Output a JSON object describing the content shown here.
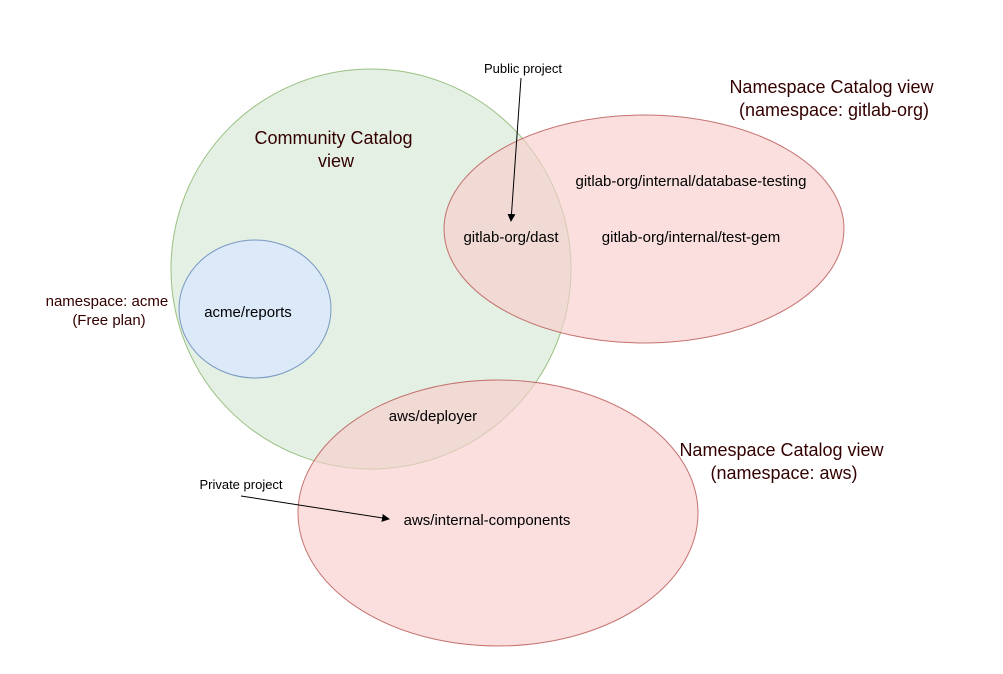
{
  "colors": {
    "community_fill": "#d5e8d4",
    "community_stroke": "#82b366",
    "namespace_fill": "#f8cecc",
    "namespace_stroke": "#b85450",
    "acme_fill": "#dae8fc",
    "acme_stroke": "#6c8ebf",
    "title_text": "#330000"
  },
  "community": {
    "title_line1": "Community Catalog",
    "title_line2": "view"
  },
  "gitlab_ns": {
    "title_line1": "Namespace Catalog view",
    "title_line2": "(namespace: gitlab-org)",
    "items": {
      "database_testing": "gitlab-org/internal/database-testing",
      "test_gem": "gitlab-org/internal/test-gem"
    }
  },
  "aws_ns": {
    "title_line1": "Namespace Catalog view",
    "title_line2": "(namespace: aws)",
    "items": {
      "internal_components": "aws/internal-components"
    }
  },
  "acme": {
    "label_line1": "namespace: acme",
    "label_line2": "(Free plan)",
    "item": "acme/reports"
  },
  "shared": {
    "dast": "gitlab-org/dast",
    "deployer": "aws/deployer"
  },
  "annotations": {
    "public_project": "Public project",
    "private_project": "Private project"
  }
}
